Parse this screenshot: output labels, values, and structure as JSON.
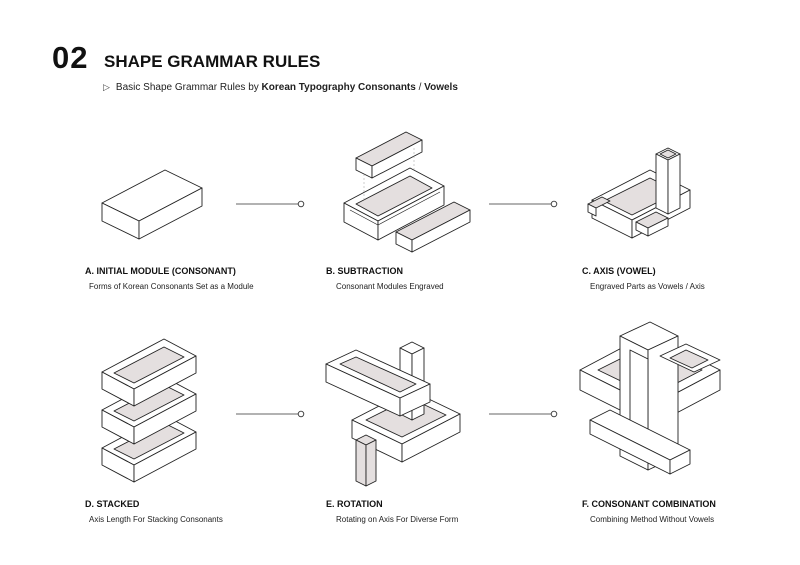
{
  "header": {
    "number": "02",
    "title": "SHAPE GRAMMAR RULES",
    "subtitle_prefix": "Basic Shape Grammar Rules by ",
    "subtitle_bold1": "Korean Typography Consonants",
    "subtitle_sep": " / ",
    "subtitle_bold2": "Vowels"
  },
  "panels": [
    {
      "label": "A. INITIAL MODULE (CONSONANT)",
      "desc": "Forms of Korean Consonants Set as a Module"
    },
    {
      "label": "B. SUBTRACTION",
      "desc": "Consonant Modules Engraved"
    },
    {
      "label": "C. AXIS (VOWEL)",
      "desc": "Engraved Parts as Vowels / Axis"
    },
    {
      "label": "D. STACKED",
      "desc": "Axis Length For Stacking Consonants"
    },
    {
      "label": "E. ROTATION",
      "desc": "Rotating on Axis For Diverse Form"
    },
    {
      "label": "F. CONSONANT COMBINATION",
      "desc": "Combining Method Without Vowels"
    }
  ],
  "colors": {
    "accent_fill": "#e4dfdf",
    "line": "#222222"
  }
}
